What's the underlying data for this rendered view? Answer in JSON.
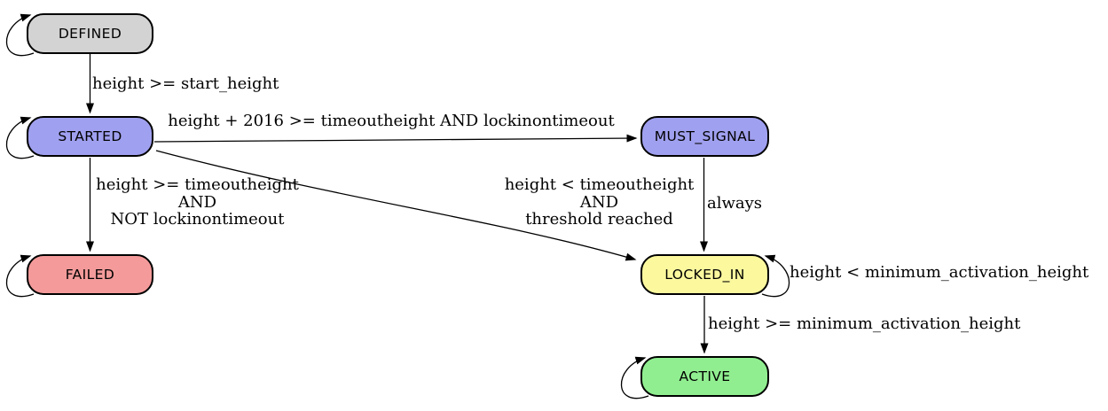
{
  "diagram": {
    "type": "state-machine",
    "background": "#ffffff",
    "edge_color": "#000000",
    "nodes": [
      {
        "id": "defined",
        "label": "DEFINED",
        "fill": "#d3d3d3",
        "self_loop": true
      },
      {
        "id": "started",
        "label": "STARTED",
        "fill": "#a0a0f0",
        "self_loop": true
      },
      {
        "id": "must_signal",
        "label": "MUST_SIGNAL",
        "fill": "#a0a0f0",
        "self_loop": false
      },
      {
        "id": "failed",
        "label": "FAILED",
        "fill": "#f49a9a",
        "self_loop": true
      },
      {
        "id": "locked_in",
        "label": "LOCKED_IN",
        "fill": "#fbf89e",
        "self_loop": true
      },
      {
        "id": "active",
        "label": "ACTIVE",
        "fill": "#90ee90",
        "self_loop": true
      }
    ],
    "edges": {
      "defined_to_started": {
        "from": "DEFINED",
        "to": "STARTED",
        "label": "height >= start_height"
      },
      "started_to_must_signal": {
        "from": "STARTED",
        "to": "MUST_SIGNAL",
        "label": "height + 2016 >= timeoutheight AND lockinontimeout"
      },
      "started_to_failed": {
        "from": "STARTED",
        "to": "FAILED",
        "lines": [
          "height >= timeoutheight",
          "AND",
          "NOT lockinontimeout"
        ]
      },
      "started_to_locked_in": {
        "from": "STARTED",
        "to": "LOCKED_IN",
        "lines": [
          "height < timeoutheight",
          "AND",
          "threshold reached"
        ]
      },
      "must_signal_to_locked_in": {
        "from": "MUST_SIGNAL",
        "to": "LOCKED_IN",
        "label": "always"
      },
      "locked_in_self_loop": {
        "from": "LOCKED_IN",
        "to": "LOCKED_IN",
        "label": "height < minimum_activation_height"
      },
      "locked_in_to_active": {
        "from": "LOCKED_IN",
        "to": "ACTIVE",
        "label": "height >= minimum_activation_height"
      }
    }
  }
}
